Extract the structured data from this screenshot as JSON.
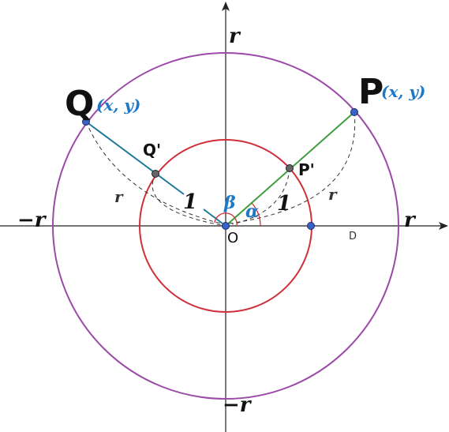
{
  "labels": {
    "axis_top": "r",
    "axis_bottom": "−r",
    "axis_right": "r",
    "axis_left": "−r",
    "point_P": "P",
    "coord_P": "(x, y)",
    "point_Q": "Q",
    "coord_Q": "(x, y)",
    "point_P_prime": "P'",
    "point_Q_prime": "Q'",
    "origin": "O",
    "point_D": "D",
    "unit_P": "1",
    "unit_Q": "1",
    "radius_P": "r",
    "radius_Q": "r",
    "angle_alpha": "α",
    "angle_beta": "β"
  },
  "colors": {
    "outer_circle": "#9b4aa8",
    "unit_circle": "#d0303a",
    "ray_P": "#3e9e3e",
    "ray_Q": "#1f7a9a",
    "coord_text": "#1e78c8",
    "point_fill": "#3a63c8",
    "prime_point_fill": "#666666"
  }
}
